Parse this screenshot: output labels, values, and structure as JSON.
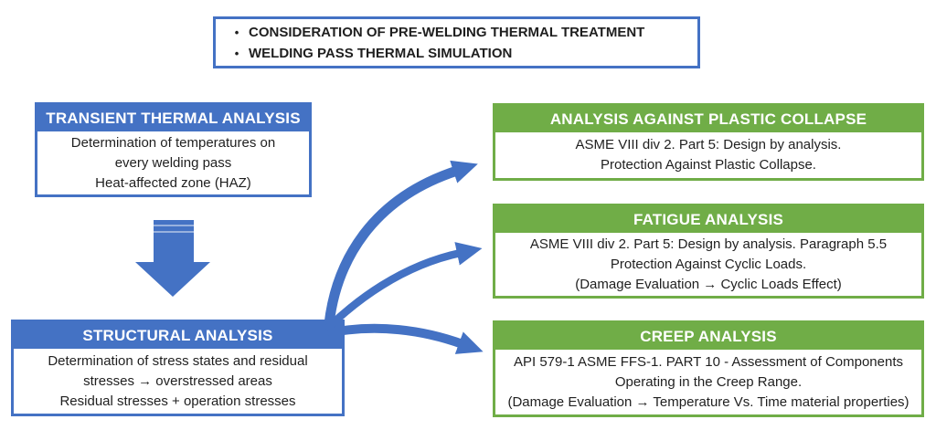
{
  "colors": {
    "blue": "#4472C4",
    "green": "#70AD47",
    "body_text": "#1f1f1f",
    "background": "#ffffff"
  },
  "top_note": {
    "bullets": [
      "CONSIDERATION OF PRE-WELDING THERMAL TREATMENT",
      "WELDING PASS THERMAL SIMULATION"
    ]
  },
  "left_flow": {
    "transient": {
      "title": "TRANSIENT THERMAL ANALYSIS",
      "lines": [
        "Determination of temperatures on",
        "every welding pass",
        "Heat-affected zone (HAZ)"
      ]
    },
    "structural": {
      "title": "STRUCTURAL ANALYSIS",
      "lines": [
        "Determination of stress states and residual",
        "stresses → overstressed areas",
        "Residual stresses + operation stresses"
      ]
    }
  },
  "right_flow": {
    "plastic": {
      "title": "ANALYSIS AGAINST PLASTIC COLLAPSE",
      "lines": [
        "ASME VIII div 2. Part 5: Design by analysis.",
        "Protection Against Plastic Collapse."
      ]
    },
    "fatigue": {
      "title": "FATIGUE ANALYSIS",
      "lines": [
        "ASME VIII div 2. Part 5: Design by analysis. Paragraph 5.5",
        "Protection Against Cyclic Loads.",
        "(Damage Evaluation → Cyclic Loads Effect)"
      ]
    },
    "creep": {
      "title": "CREEP ANALYSIS",
      "lines": [
        "API 579-1 ASME FFS-1. PART 10 - Assessment of Components",
        "Operating in the Creep Range.",
        "(Damage Evaluation → Temperature Vs. Time material properties)"
      ]
    }
  },
  "icons": {
    "down_arrow": "down-arrow",
    "curved_arrow_top": "curved-arrow-to-plastic-collapse",
    "curved_arrow_mid": "curved-arrow-to-fatigue",
    "curved_arrow_bottom": "curved-arrow-to-creep"
  }
}
